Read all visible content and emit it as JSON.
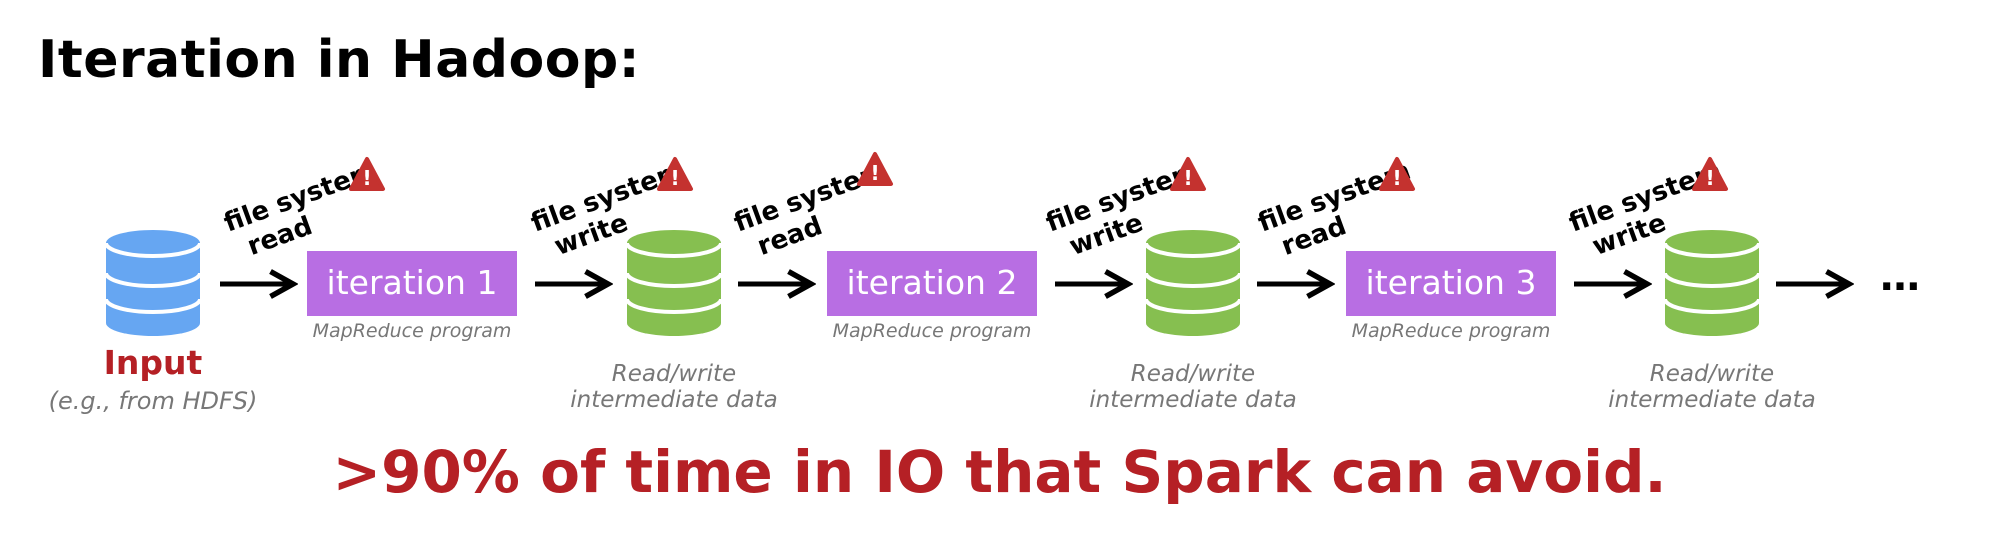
{
  "title": "Iteration in Hadoop:",
  "input": {
    "label": "Input",
    "sublabel": "(e.g., from HDFS)"
  },
  "iterations": [
    {
      "label": "iteration 1",
      "sublabel": "MapReduce program"
    },
    {
      "label": "iteration 2",
      "sublabel": "MapReduce program"
    },
    {
      "label": "iteration 3",
      "sublabel": "MapReduce program"
    }
  ],
  "arrow_labels": [
    {
      "line1": "file system",
      "line2": "read"
    },
    {
      "line1": "file system",
      "line2": "write"
    },
    {
      "line1": "file system",
      "line2": "read"
    },
    {
      "line1": "file system",
      "line2": "write"
    },
    {
      "line1": "file system",
      "line2": "read"
    },
    {
      "line1": "file system",
      "line2": "write"
    }
  ],
  "warning_mark": "!",
  "intermediate": [
    {
      "line1": "Read/write",
      "line2": "intermediate data"
    },
    {
      "line1": "Read/write",
      "line2": "intermediate data"
    },
    {
      "line1": "Read/write",
      "line2": "intermediate data"
    }
  ],
  "ellipsis": "…",
  "conclusion": ">90% of time in IO that Spark can avoid.",
  "colors": {
    "input_db": "#66a6f2",
    "data_db": "#86bf50",
    "iteration_box": "#b86ee3",
    "accent_red": "#b52025",
    "warning_red": "#c4322f",
    "caption_gray": "#777777"
  }
}
